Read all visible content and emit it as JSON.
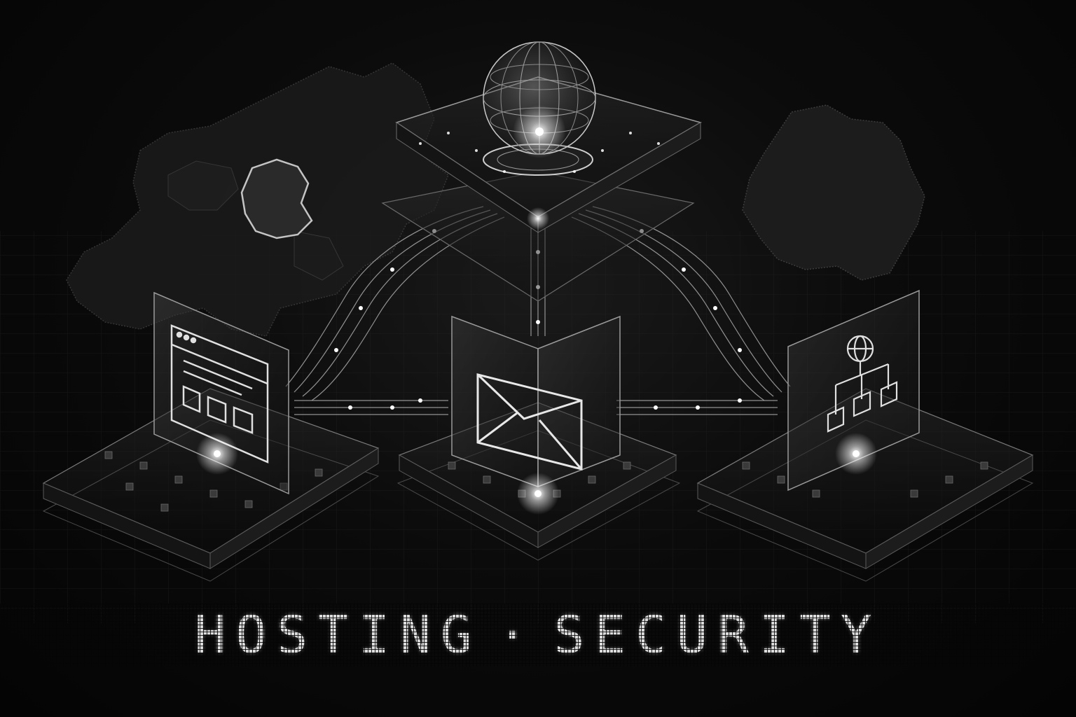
{
  "caption": {
    "left": "HOSTING",
    "separator": "·",
    "right": "SECURITY"
  },
  "nodes": {
    "top": {
      "icon": "globe-icon"
    },
    "left": {
      "icon": "browser-window-icon"
    },
    "center": {
      "icon": "envelope-icon"
    },
    "right": {
      "icon": "network-globe-icon"
    }
  },
  "background": {
    "left_map": "europe-map",
    "right_map": "germany-map"
  },
  "colors": {
    "background": "#050505",
    "line": "#cfcfcf",
    "glow": "#ffffff"
  }
}
